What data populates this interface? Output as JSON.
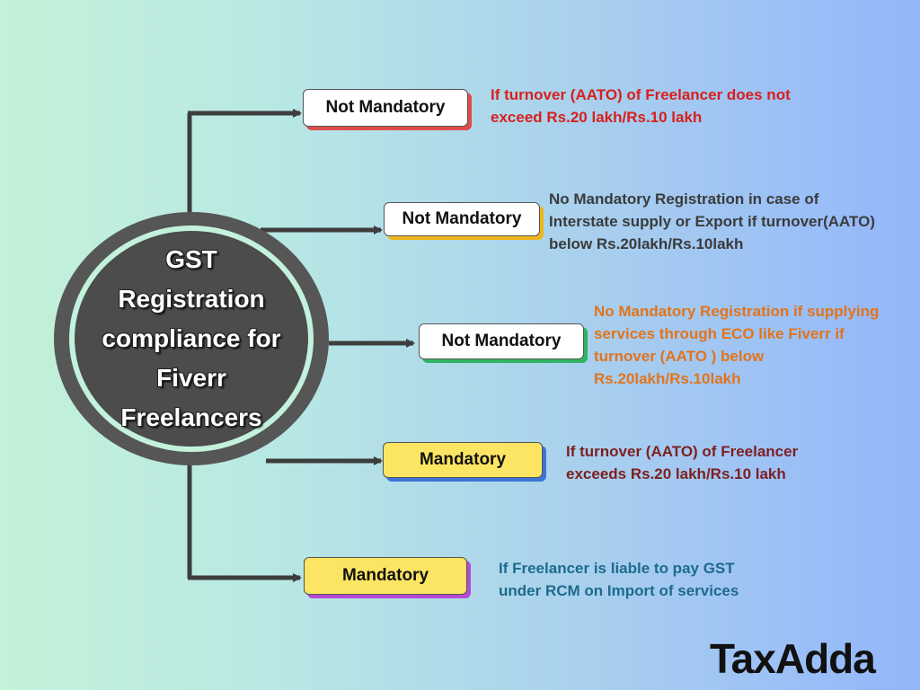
{
  "center": {
    "title_lines": [
      "GST",
      "Registration",
      "compliance for",
      "Fiverr",
      "Freelancers"
    ]
  },
  "branches": [
    {
      "label": "Not Mandatory",
      "desc_lines": [
        "If turnover (AATO) of Freelancer does not",
        "exceed Rs.20 lakh/Rs.10 lakh"
      ],
      "desc_color": "#d8201c",
      "accent_color": "#e14b4b"
    },
    {
      "label": "Not Mandatory",
      "desc_lines": [
        "No Mandatory Registration in case of",
        "Interstate supply or Export if turnover(AATO)",
        "below Rs.20lakh/Rs.10lakh"
      ],
      "desc_color": "#3b3b3b",
      "accent_color": "#f1b51c"
    },
    {
      "label": "Not Mandatory",
      "desc_lines": [
        "No Mandatory Registration if supplying",
        "services through  ECO like Fiverr   if",
        "turnover  (AATO ) below",
        "Rs.20lakh/Rs.10lakh"
      ],
      "desc_color": "#e2741b",
      "accent_color": "#2fb462"
    },
    {
      "label": "Mandatory",
      "desc_lines": [
        "If turnover (AATO) of Freelancer",
        "exceeds Rs.20 lakh/Rs.10 lakh"
      ],
      "desc_color": "#7d1f20",
      "accent_color": "#3d74d8"
    },
    {
      "label": "Mandatory",
      "desc_lines": [
        "If Freelancer is liable to pay GST",
        "under RCM on Import of services"
      ],
      "desc_color": "#1d6b8c",
      "accent_color": "#b44ad6"
    }
  ],
  "logo": {
    "text": "TaxAdda"
  },
  "colors": {
    "connector": "#3d3d3d",
    "circle_dark": "#4c4c4c",
    "white_pill": "#ffffff",
    "yellow_pill": "#fde564"
  }
}
